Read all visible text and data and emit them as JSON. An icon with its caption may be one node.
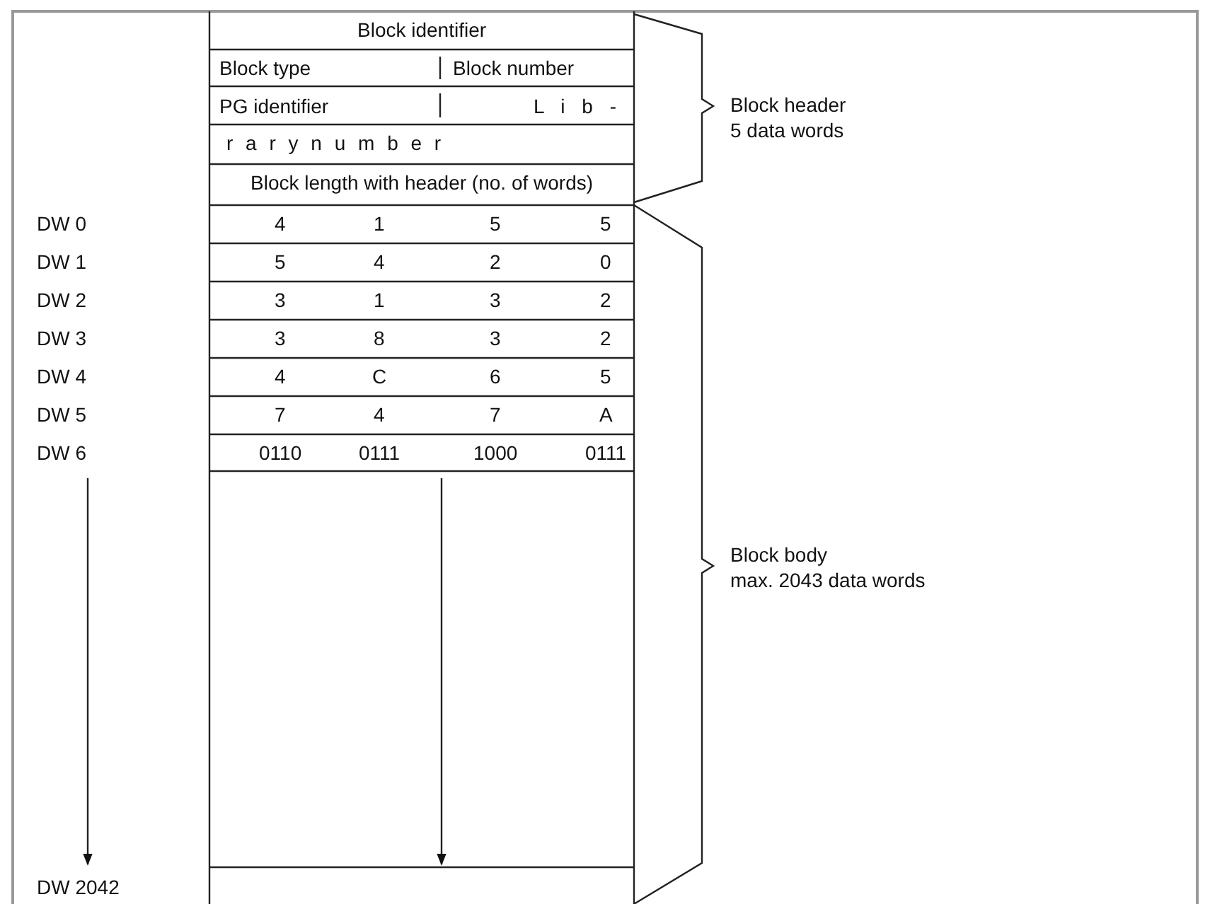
{
  "diagram": {
    "labels": [
      "Block identifier",
      "Block type",
      "Block number",
      "PG identifier",
      "L i b -",
      "Block header",
      "5 data words",
      "r a r y n u m b e r",
      "Block length with header (no. of words)",
      "DW 0",
      "4",
      "1",
      "5",
      "5",
      "DW 1",
      "5",
      "4",
      "2",
      "0",
      "DW 2",
      "3",
      "1",
      "3",
      "2",
      "DW 3",
      "3",
      "8",
      "3",
      "2",
      "DW 4",
      "4",
      "C",
      "6",
      "5",
      "DW 5",
      "7",
      "4",
      "7",
      "A",
      "DW 6",
      "0110",
      "0111",
      "1000",
      "0111",
      "Block body",
      "max. 2043 data words",
      "DW 2042"
    ]
  }
}
